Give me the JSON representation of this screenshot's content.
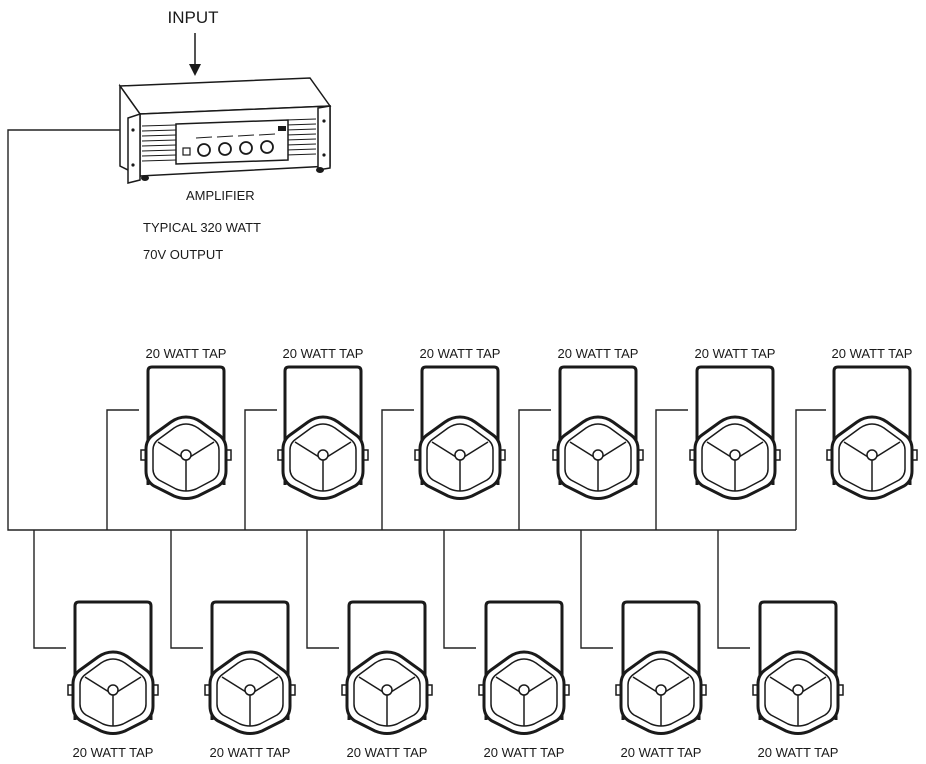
{
  "input_label": "INPUT",
  "amplifier": {
    "name": "AMPLIFIER",
    "spec_power": "TYPICAL 320 WATT",
    "spec_output": "70V OUTPUT"
  },
  "top_speakers": [
    {
      "tap": "20 WATT TAP"
    },
    {
      "tap": "20 WATT TAP"
    },
    {
      "tap": "20 WATT TAP"
    },
    {
      "tap": "20 WATT TAP"
    },
    {
      "tap": "20 WATT TAP"
    },
    {
      "tap": "20 WATT TAP"
    }
  ],
  "bottom_speakers": [
    {
      "tap": "20 WATT TAP"
    },
    {
      "tap": "20 WATT TAP"
    },
    {
      "tap": "20 WATT TAP"
    },
    {
      "tap": "20 WATT TAP"
    },
    {
      "tap": "20 WATT TAP"
    },
    {
      "tap": "20 WATT TAP"
    }
  ],
  "colors": {
    "ink": "#1a1a1a",
    "background": "#ffffff"
  }
}
